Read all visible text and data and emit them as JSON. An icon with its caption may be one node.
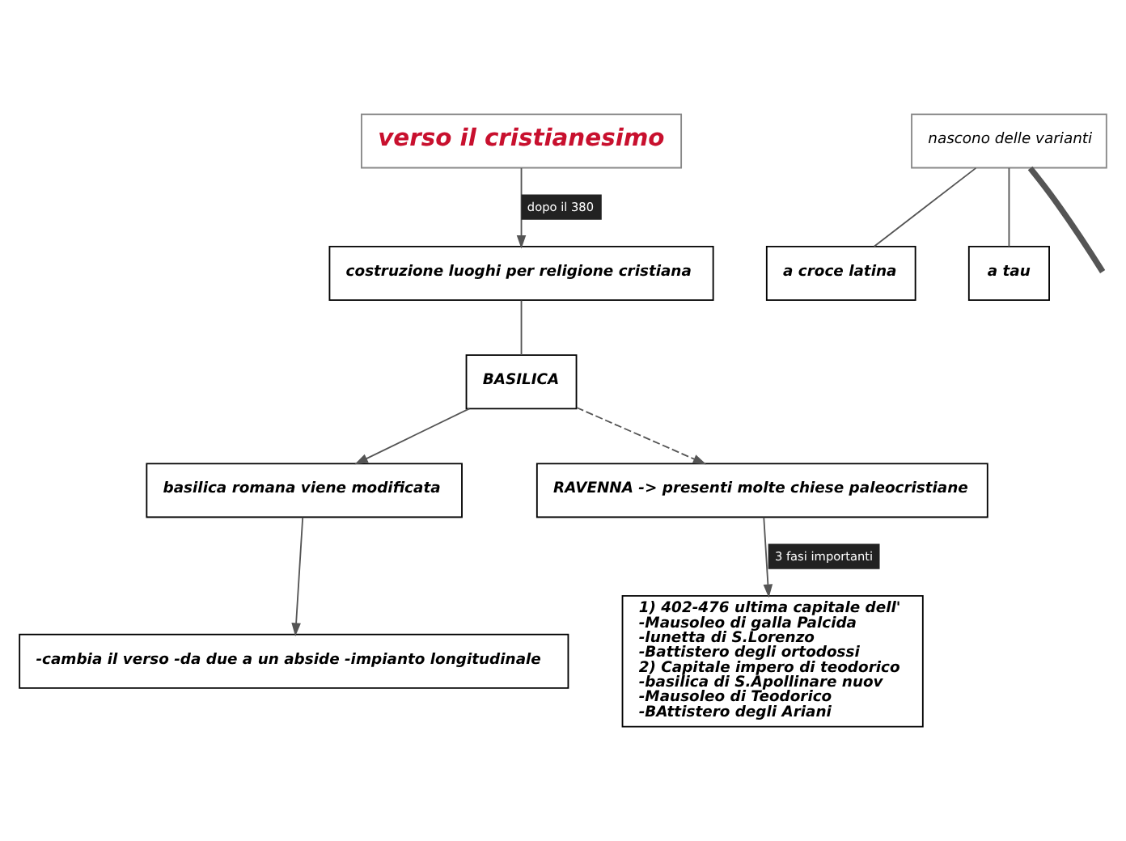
{
  "diagram": {
    "nodes": [
      {
        "text": [
          "verso il cristianesimo"
        ]
      },
      {
        "text": [
          "costruzione luoghi per religione cristiana"
        ]
      },
      {
        "text": [
          "BASILICA"
        ]
      },
      {
        "text": [
          "basilica romana viene modificata"
        ]
      },
      {
        "text": [
          "-cambia il verso -da due a un abside -impianto longitudinale"
        ]
      },
      {
        "text": [
          "RAVENNA -> presenti molte chiese paleocristiane"
        ]
      },
      {
        "text": [
          "nascono delle varianti"
        ]
      },
      {
        "text": [
          "a croce latina"
        ]
      },
      {
        "text": [
          "a tau"
        ]
      },
      {
        "text": [
          "1) 402-476 ultima capitale dell'",
          "-Mausoleo di galla Palcida",
          "-lunetta di S.Lorenzo",
          "-Battistero degli ortodossi",
          "2) Capitale impero di teodorico",
          "-basilica di S.Apollinare nuov",
          "-Mausoleo di Teodorico",
          "-BAttistero degli Ariani"
        ]
      }
    ],
    "edges": [
      {
        "from": 0,
        "to": 1,
        "arrow": "to",
        "label": "dopo il 380"
      },
      {
        "from": 1,
        "to": 2,
        "arrow": "none"
      },
      {
        "from": 2,
        "to": 3,
        "arrow": "to"
      },
      {
        "from": 2,
        "to": 5,
        "arrow": "to",
        "style": "dashed"
      },
      {
        "from": 3,
        "to": 4,
        "arrow": "to"
      },
      {
        "from": 5,
        "to": 9,
        "arrow": "to",
        "label": "3 fasi importanti"
      },
      {
        "from": 6,
        "to": 7,
        "arrow": "none"
      },
      {
        "from": 6,
        "to": 8,
        "arrow": "none"
      },
      {
        "from": 6,
        "to": null,
        "arrow": "none",
        "style": "thick"
      }
    ]
  }
}
